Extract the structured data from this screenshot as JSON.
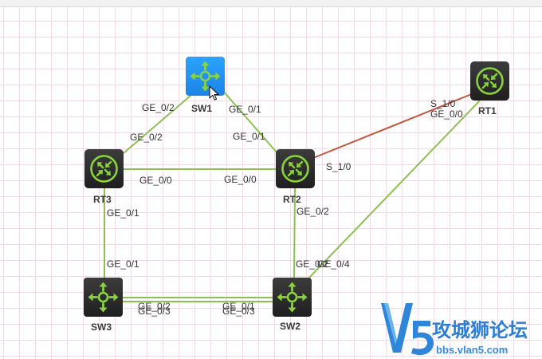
{
  "devices": [
    {
      "id": "sw1",
      "name": "SW1",
      "kind": "switch",
      "selected": true
    },
    {
      "id": "rt1",
      "name": "RT1",
      "kind": "router",
      "selected": false
    },
    {
      "id": "rt3",
      "name": "RT3",
      "kind": "router",
      "selected": false
    },
    {
      "id": "rt2",
      "name": "RT2",
      "kind": "router",
      "selected": false
    },
    {
      "id": "sw3",
      "name": "SW3",
      "kind": "switch",
      "selected": false
    },
    {
      "id": "sw2",
      "name": "SW2",
      "kind": "switch",
      "selected": false
    }
  ],
  "links": [
    {
      "id": "sw1-rt3",
      "from": "sw1",
      "to": "rt3",
      "type": "ethernet",
      "from_port": "GE_0/2",
      "to_port": "GE_0/2"
    },
    {
      "id": "sw1-rt2",
      "from": "sw1",
      "to": "rt2",
      "type": "ethernet",
      "from_port": "GE_0/1",
      "to_port": "GE_0/1"
    },
    {
      "id": "rt3-rt2",
      "from": "rt3",
      "to": "rt2",
      "type": "ethernet",
      "from_port": "GE_0/0",
      "to_port": "GE_0/0"
    },
    {
      "id": "rt2-rt1",
      "from": "rt2",
      "to": "rt1",
      "type": "serial",
      "from_port": "S_1/0",
      "to_port": "S_1/0"
    },
    {
      "id": "rt1-sw2",
      "from": "rt1",
      "to": "sw2",
      "type": "ethernet",
      "from_port": "GE_0/0",
      "to_port": "GE_0/4"
    },
    {
      "id": "rt3-sw3",
      "from": "rt3",
      "to": "sw3",
      "type": "ethernet",
      "from_port": "GE_0/1",
      "to_port": "GE_0/1"
    },
    {
      "id": "rt2-sw2",
      "from": "rt2",
      "to": "sw2",
      "type": "ethernet",
      "from_port": "GE_0/2",
      "to_port": "GE_0/2"
    },
    {
      "id": "sw3-sw2-a",
      "from": "sw3",
      "to": "sw2",
      "type": "ethernet",
      "from_port": "GE_0/2",
      "to_port": "GE_0/1"
    },
    {
      "id": "sw3-sw2-b",
      "from": "sw3",
      "to": "sw2",
      "type": "ethernet",
      "from_port": "GE_0/3",
      "to_port": "GE_0/3"
    }
  ],
  "colors": {
    "ethernet": "#8cc152",
    "serial": "#c0573b",
    "device_body": "#2b2b2b",
    "device_icon": "#8bd23f",
    "selected_body": "#1e90ff"
  },
  "watermark": {
    "logo": "V5",
    "title": "攻城狮论坛",
    "url": "bbs.vlan5.com"
  },
  "cursor": "mouse-pointer"
}
